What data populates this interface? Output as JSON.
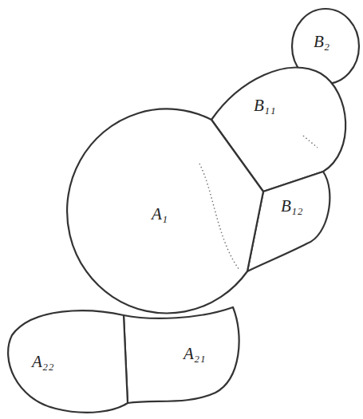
{
  "diagram": {
    "labels": [
      "B₂",
      "B₁₁",
      "B₁₂",
      "A₁",
      "A₂₂",
      "A₂₁"
    ]
  }
}
